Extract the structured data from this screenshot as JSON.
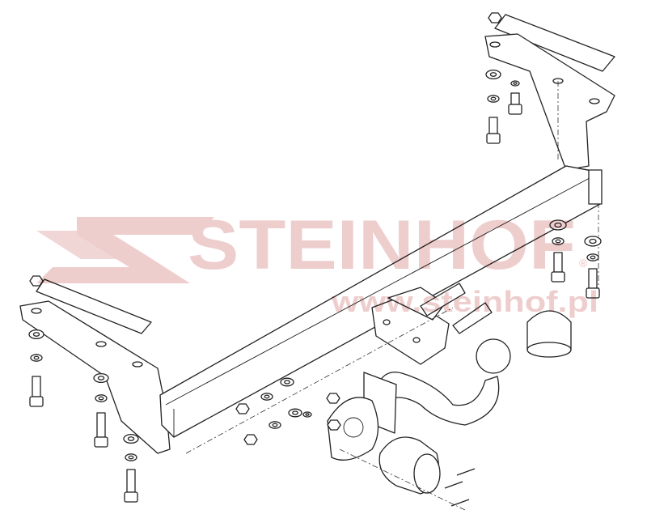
{
  "watermark": {
    "brand": "STEINHOF",
    "registered_mark": "®",
    "url": "www.steinhof.pl",
    "color": "#e8b8b8"
  },
  "drawing": {
    "subject": "tow-bar-exploded-assembly",
    "line_color": "#222222"
  }
}
